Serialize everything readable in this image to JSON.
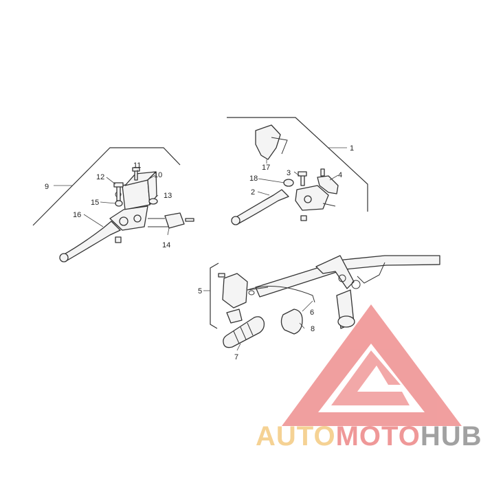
{
  "callouts": {
    "c1": "1",
    "c2": "2",
    "c3": "3",
    "c4": "4",
    "c5": "5",
    "c6": "6",
    "c7": "7",
    "c8": "8",
    "c9": "9",
    "c10": "10",
    "c11": "11",
    "c12": "12",
    "c13": "13",
    "c14": "14",
    "c15": "15",
    "c16": "16",
    "c17": "17",
    "c18": "18"
  },
  "watermark": {
    "part1": "AUTO",
    "part2": "MOTO",
    "part3": "HUB",
    "color_auto": "#f3c77a",
    "color_moto": "#ec7f7f",
    "color_hub": "#8a8a8a",
    "logo_color": "#ec7f7f"
  }
}
